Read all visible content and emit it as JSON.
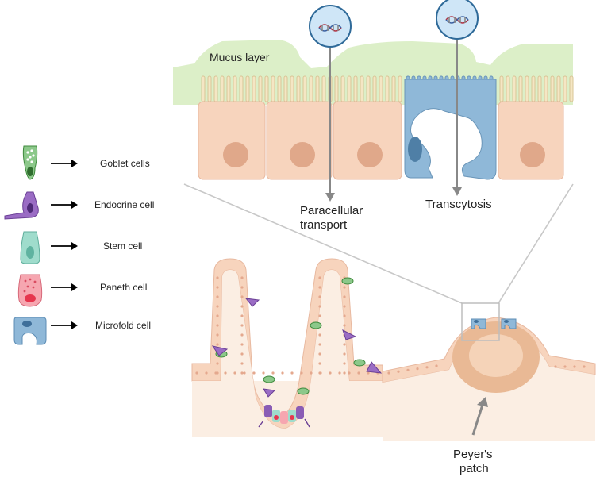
{
  "colors": {
    "mucus": "#dcefc8",
    "epithelium": "#f7d4bd",
    "nucleus": "#e0a88a",
    "microfold": "#8fb8d8",
    "goblet": "#5aa858",
    "endocrine": "#7a4fa6",
    "stem": "#8fd0c0",
    "paneth": "#f08080",
    "dna_circle": "#cfe6f7",
    "arrow": "#888888",
    "tissue": "#fbeee3"
  },
  "icons": {
    "dna_left": "dna-icon",
    "dna_right": "dna-icon"
  },
  "top_panel": {
    "mucus_label": "Mucus layer",
    "paracellular_label": [
      "Paracellular",
      "transport"
    ],
    "transcytosis_label": "Transcytosis"
  },
  "legend": [
    {
      "id": "goblet",
      "label": "Goblet cells"
    },
    {
      "id": "endocrine",
      "label": "Endocrine cell"
    },
    {
      "id": "stem",
      "label": "Stem cell"
    },
    {
      "id": "paneth",
      "label": "Paneth cell"
    },
    {
      "id": "microfold",
      "label": "Microfold cell"
    }
  ],
  "bottom_panel": {
    "peyers_label": [
      "Peyer's",
      "patch"
    ]
  }
}
